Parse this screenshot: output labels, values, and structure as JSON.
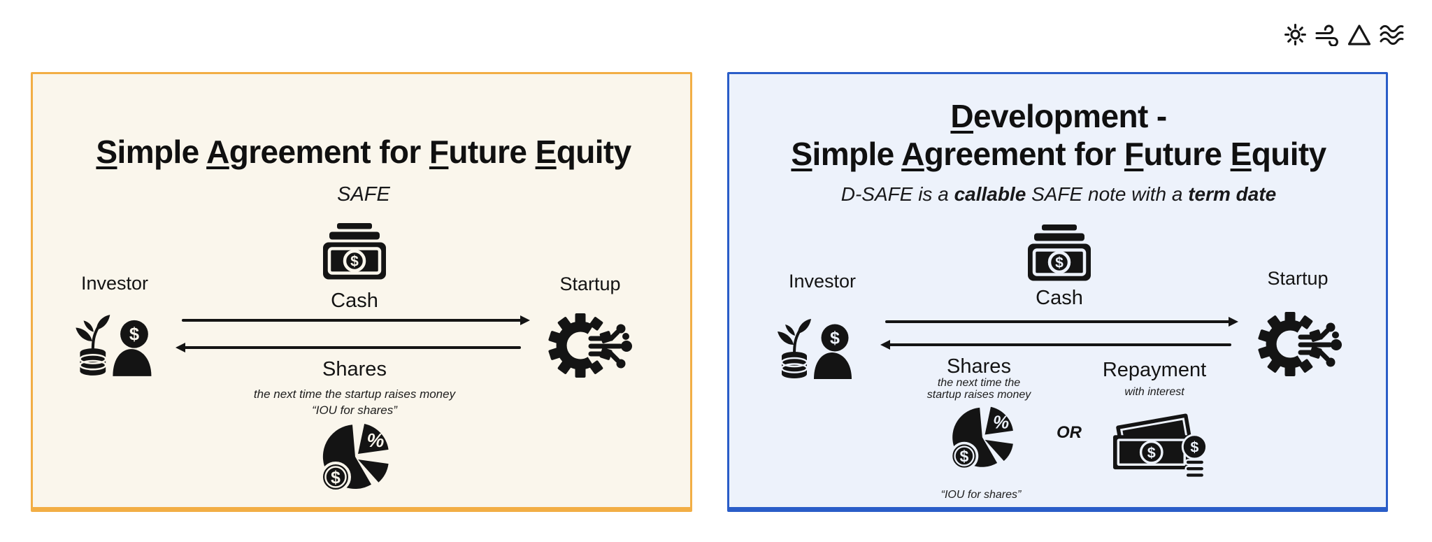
{
  "colors": {
    "ink": "#141414",
    "left_panel_bg": "#FAF6EC",
    "left_panel_border": "#F2AE45",
    "right_panel_bg": "#EDF2FB",
    "right_panel_border": "#2A5DC8"
  },
  "glyphs": {
    "dollar": "$",
    "percent": "%"
  },
  "toolbar": {
    "icons": [
      "sun-icon",
      "wind-icon",
      "fire-triangle-icon",
      "water-waves-icon"
    ]
  },
  "left_panel": {
    "title_segments": [
      {
        "text": "S",
        "underline": true
      },
      {
        "text": "imple "
      },
      {
        "text": "A",
        "underline": true
      },
      {
        "text": "greement for "
      },
      {
        "text": "F",
        "underline": true
      },
      {
        "text": "uture "
      },
      {
        "text": "E",
        "underline": true
      },
      {
        "text": "quity"
      }
    ],
    "subtitle": "SAFE",
    "investor_label": "Investor",
    "startup_label": "Startup",
    "cash_label": "Cash",
    "shares_label": "Shares",
    "shares_note": "the next time the startup raises money",
    "iou_note": "“IOU for shares”",
    "icons": {
      "investor": "investor-plant-coins-icon",
      "startup": "startup-gear-circuit-icon",
      "cash": "cash-banknote-stack-icon",
      "shares": "equity-pie-chart-icon"
    }
  },
  "right_panel": {
    "title_line1_segments": [
      {
        "text": "D",
        "underline": true
      },
      {
        "text": "evelopment -"
      }
    ],
    "title_line2_segments": [
      {
        "text": "S",
        "underline": true
      },
      {
        "text": "imple "
      },
      {
        "text": "A",
        "underline": true
      },
      {
        "text": "greement for "
      },
      {
        "text": "F",
        "underline": true
      },
      {
        "text": "uture "
      },
      {
        "text": "E",
        "underline": true
      },
      {
        "text": "quity"
      }
    ],
    "subtitle_segments": [
      {
        "text": "D-SAFE is a "
      },
      {
        "text": "callable",
        "bold": true
      },
      {
        "text": " SAFE note with a "
      },
      {
        "text": "term date",
        "bold": true
      }
    ],
    "investor_label": "Investor",
    "startup_label": "Startup",
    "cash_label": "Cash",
    "shares_label": "Shares",
    "shares_note_line1": "the next time the",
    "shares_note_line2": "startup raises money",
    "repayment_label": "Repayment",
    "repayment_note": "with interest",
    "or_label": "OR",
    "iou_note": "“IOU for shares”",
    "icons": {
      "investor": "investor-plant-coins-icon",
      "startup": "startup-gear-circuit-icon",
      "cash": "cash-banknote-stack-icon",
      "shares": "equity-pie-chart-icon",
      "repayment": "repayment-banknotes-coins-icon",
      "or": "or-separator"
    }
  }
}
